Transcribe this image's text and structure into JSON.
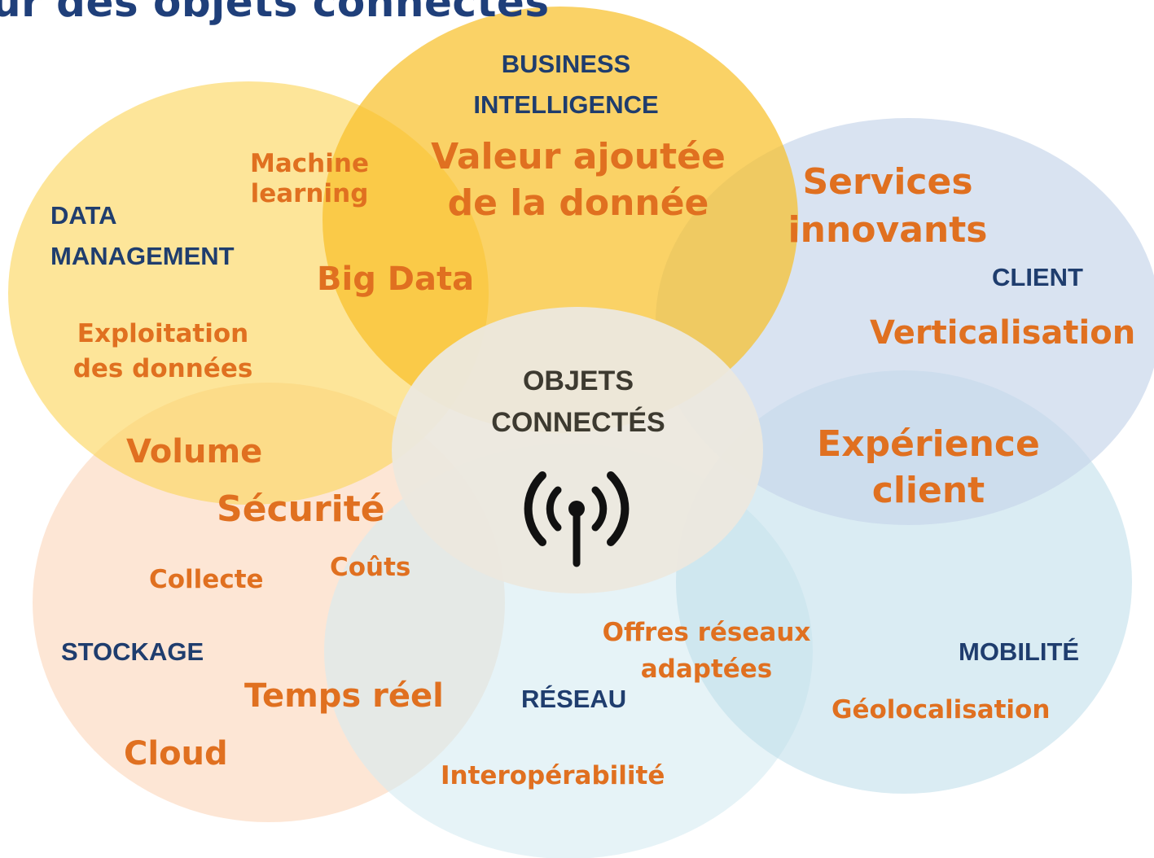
{
  "title": "ur des objets connectés",
  "center": {
    "line1": "OBJETS",
    "line2": "CONNECTÉS",
    "icon": "wireless-signal-icon"
  },
  "categories": {
    "business_intelligence_1": "BUSINESS",
    "business_intelligence_2": "INTELLIGENCE",
    "data_management_1": "DATA",
    "data_management_2": "MANAGEMENT",
    "client": "CLIENT",
    "stockage": "STOCKAGE",
    "reseau": "RÉSEAU",
    "mobilite": "MOBILITÉ"
  },
  "keywords": {
    "machine_1": "Machine",
    "machine_2": "learning",
    "valeur_1": "Valeur ajoutée",
    "valeur_2": "de la donnée",
    "services_1": "Services",
    "services_2": "innovants",
    "big_data": "Big Data",
    "exploitation_1": "Exploitation",
    "exploitation_2": "des données",
    "verticalisation": "Verticalisation",
    "volume": "Volume",
    "securite": "Sécurité",
    "experience_1": "Expérience",
    "experience_2": "client",
    "collecte": "Collecte",
    "couts": "Coûts",
    "offres_1": "Offres réseaux",
    "offres_2": "adaptées",
    "temps_reel": "Temps réel",
    "geolocalisation": "Géolocalisation",
    "cloud": "Cloud",
    "interoperabilite": "Interopérabilité"
  },
  "colors": {
    "title": "#1f3f7a",
    "category": "#1f3d6e",
    "keyword": "#e07020",
    "data_management": "#fbd35a",
    "business_intelligence": "#f9c232",
    "client": "#c7d6ea",
    "stockage": "#fbd6bc",
    "reseau": "#d6ebf2",
    "mobilite": "#bcdcea",
    "center": "#ece8de"
  }
}
